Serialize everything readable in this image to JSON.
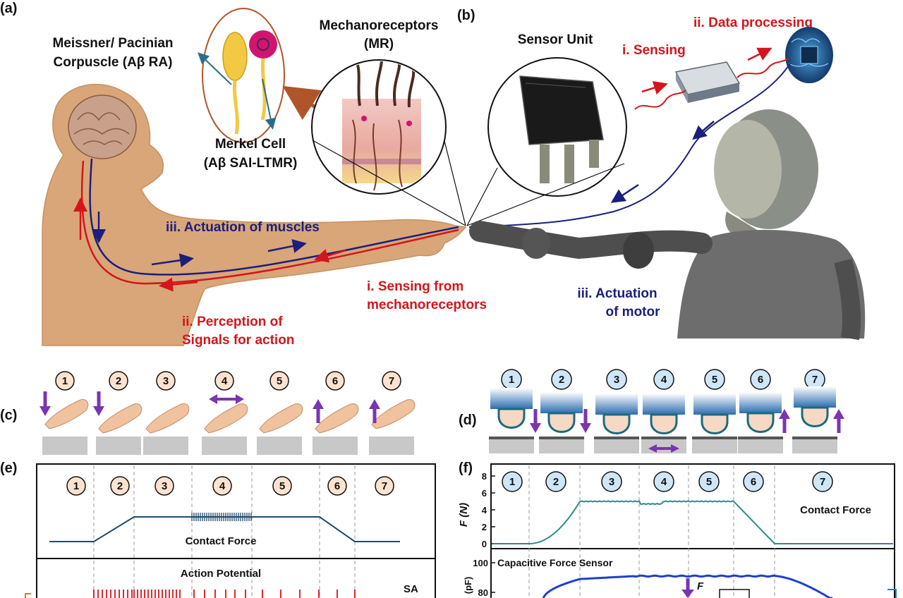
{
  "panels": {
    "a": "(a)",
    "b": "(b)",
    "c": "(c)",
    "d": "(d)",
    "e": "(e)",
    "f": "(f)"
  },
  "labels": {
    "meissner_1": "Meissner/ Pacinian",
    "meissner_2": "Corpuscle (Aβ RA)",
    "merkel_1": "Merkel Cell",
    "merkel_2": "(Aβ SAI-LTMR)",
    "mechano_1": "Mechanoreceptors",
    "mechano_2": "(MR)",
    "sensor_unit": "Sensor Unit",
    "sensing": "i. Sensing",
    "data_processing": "ii. Data processing",
    "actuation_muscles": "iii. Actuation of muscles",
    "sensing_mr_1": "i. Sensing from",
    "sensing_mr_2": "mechanoreceptors",
    "perception_1": "ii. Perception of",
    "perception_2": "Signals for action",
    "actuation_motor_1": "iii. Actuation",
    "actuation_motor_2": "of motor"
  },
  "steps": [
    "1",
    "2",
    "3",
    "4",
    "5",
    "6",
    "7"
  ],
  "colors": {
    "red": "#d4151b",
    "navy": "#1b1f7a",
    "skin": "#d9a679",
    "teal": "#2b8c8c",
    "blue_trace": "#1f3fd1",
    "step_fill_c": "#fde3cf",
    "step_fill_d": "#cfe6f7",
    "purple": "#7a35b0"
  },
  "panel_e": {
    "contact_force": "Contact Force",
    "action_potential": "Action Potential",
    "sa": "SA"
  },
  "panel_f": {
    "y_label": "F (N)",
    "y_ticks": [
      "8",
      "6",
      "4",
      "2",
      "0"
    ],
    "contact_force": "Contact Force",
    "capacitive": "Capacitive Force Sensor",
    "y2_label": "(pF)",
    "y2_ticks": [
      "100",
      "80"
    ],
    "force_symbol": "F"
  }
}
